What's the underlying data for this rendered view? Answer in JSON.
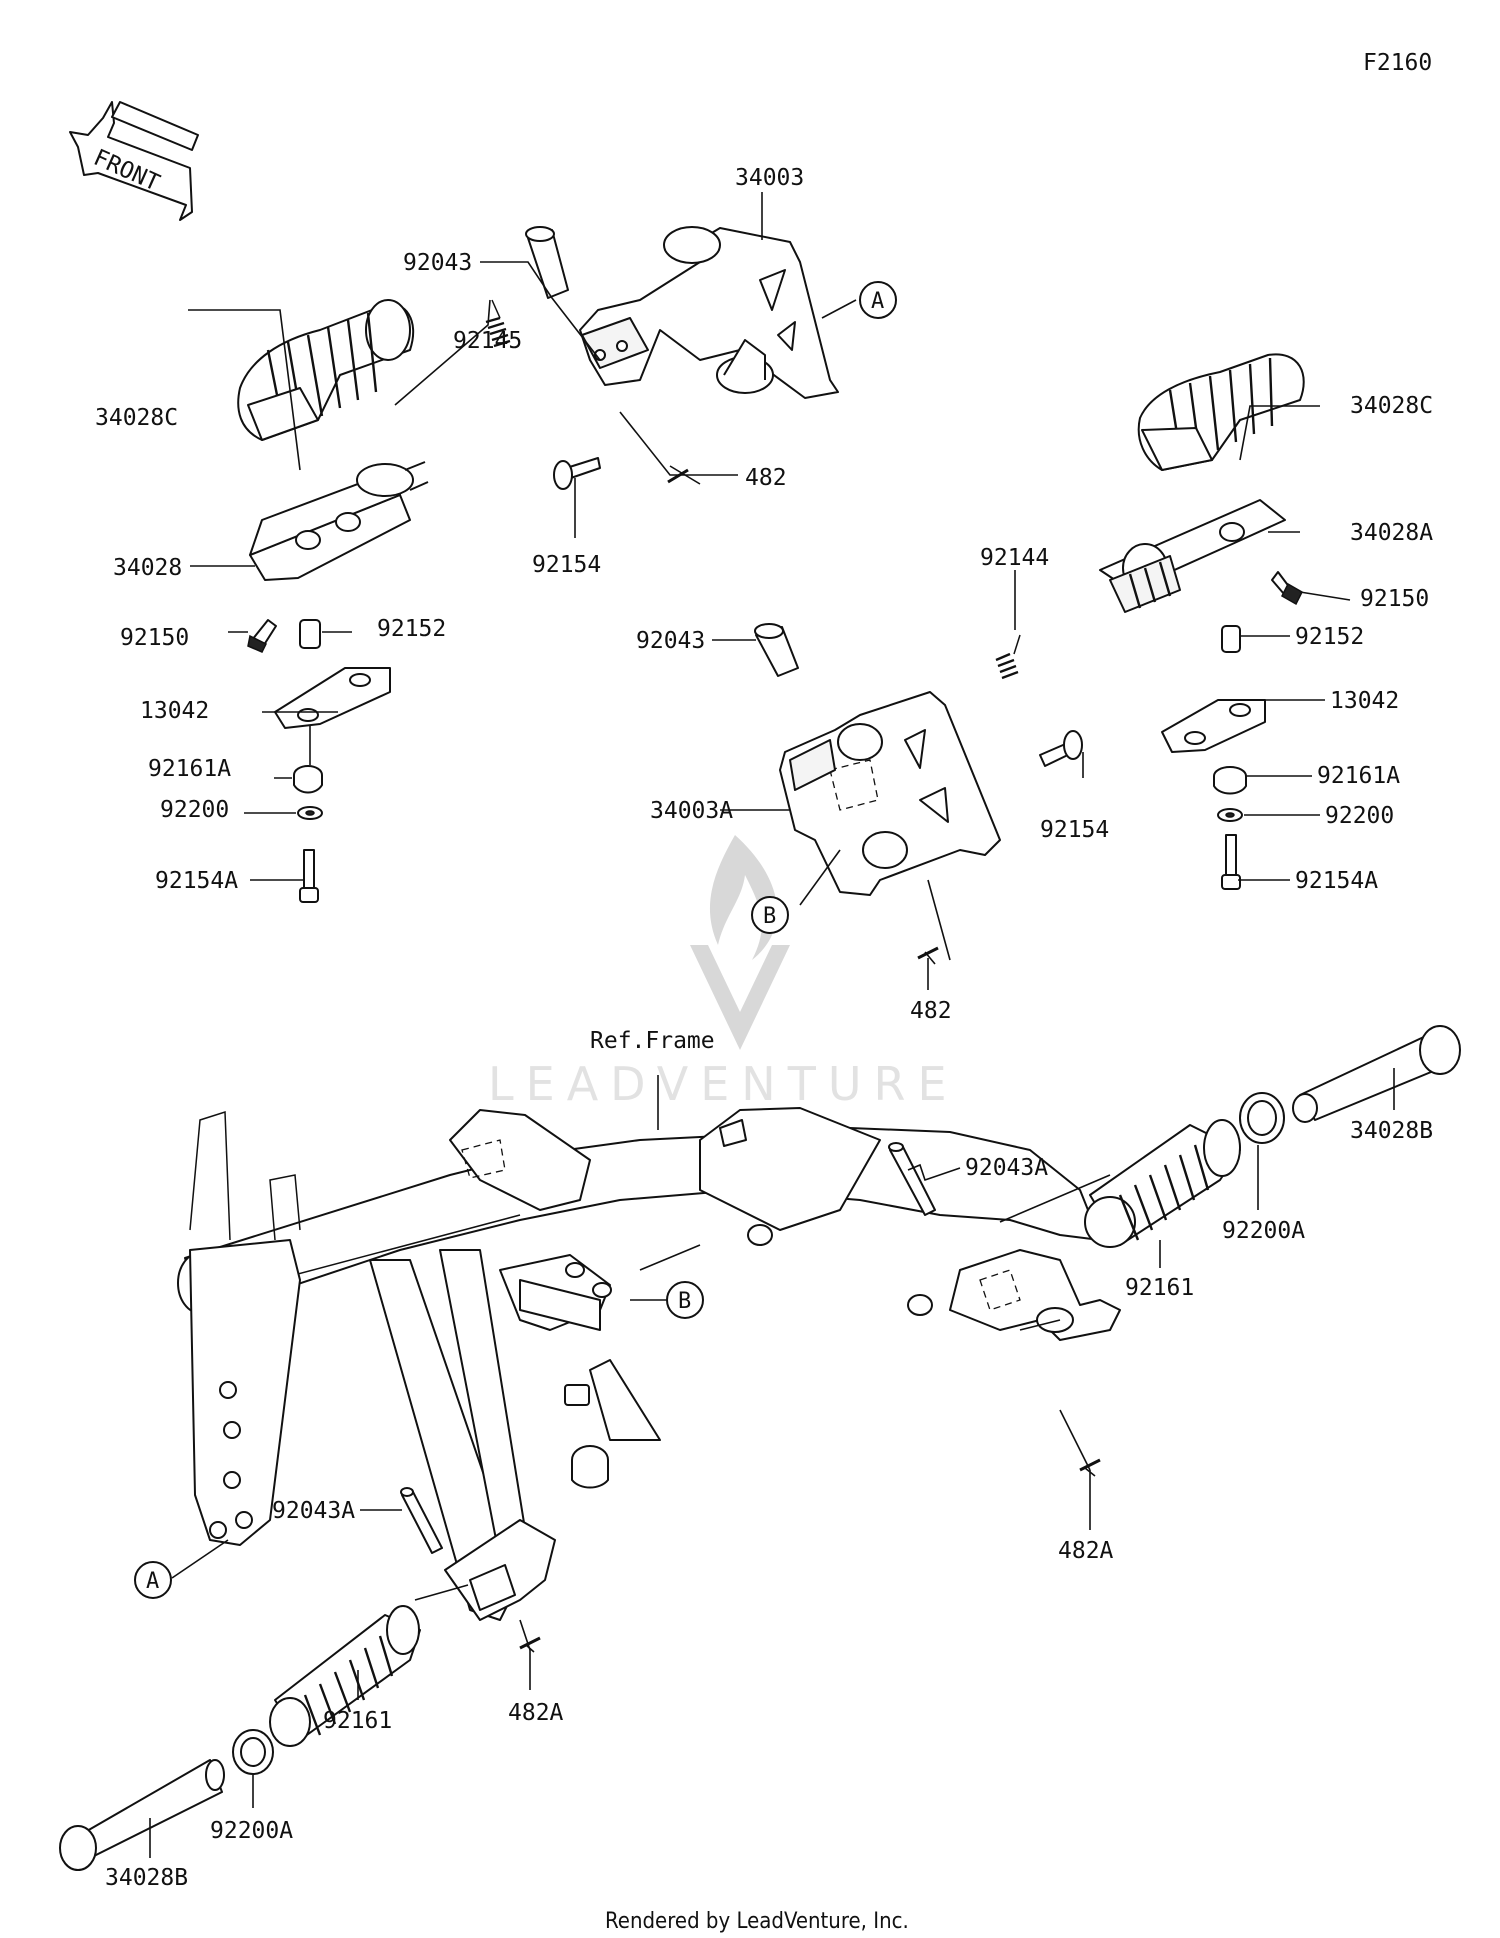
{
  "diagram_code": "F2160",
  "front_arrow": {
    "text": "FRONT"
  },
  "reference": {
    "frame": "Ref.Frame"
  },
  "callouts": {
    "a_top": "A",
    "a_bottom": "A",
    "b_mid": "B",
    "b_frame": "B"
  },
  "labels": {
    "p34003": "34003",
    "p92043_top": "92043",
    "p92145": "92145",
    "p34028C_left": "34028C",
    "p34028": "34028",
    "p92150_left": "92150",
    "p92152_left": "92152",
    "p13042_left": "13042",
    "p92161A_left": "92161A",
    "p92200_left": "92200",
    "p92154A_left": "92154A",
    "p482_top": "482",
    "p92154_top": "92154",
    "p34028C_right": "34028C",
    "p34028A": "34028A",
    "p92144": "92144",
    "p92150_right": "92150",
    "p92043_mid": "92043",
    "p92152_right": "92152",
    "p13042_right": "13042",
    "p34003A": "34003A",
    "p92154_mid": "92154",
    "p92161A_right": "92161A",
    "p92200_right": "92200",
    "p92154A_right": "92154A",
    "p482_mid": "482",
    "p34028B_right": "34028B",
    "p92043A_right": "92043A",
    "p92200A_right": "92200A",
    "p92161_right": "92161",
    "p482A_right": "482A",
    "p92043A_left": "92043A",
    "p482A_left": "482A",
    "p92161_left": "92161",
    "p92200A_left": "92200A",
    "p34028B_left": "34028B"
  },
  "watermark": "LEADVENTURE",
  "footer": "Rendered by LeadVenture, Inc."
}
